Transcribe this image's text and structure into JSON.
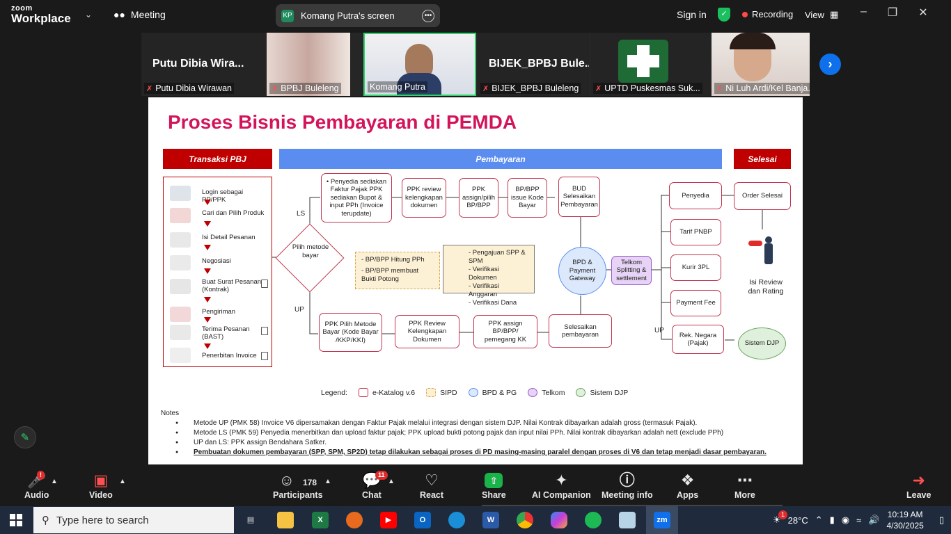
{
  "app": {
    "logo_top": "zoom",
    "logo_bottom": "Workplace",
    "meeting_label": "Meeting",
    "screen_initials": "KP",
    "screen_title": "Komang Putra's screen",
    "sign_in": "Sign in",
    "recording": "Recording",
    "view": "View",
    "colors": {
      "accent_blue": "#0e71eb",
      "active_green": "#2fd16b",
      "recording_red": "#ff4a4a"
    }
  },
  "participants": [
    {
      "display": "Putu  Dibia  Wira...",
      "label": "Putu Dibia Wirawan"
    },
    {
      "display": "",
      "label": "BPBJ Buleleng"
    },
    {
      "display": "",
      "label": "Komang Putra"
    },
    {
      "display": "BIJEK_BPBJ Bule...",
      "label": "BIJEK_BPBJ Buleleng"
    },
    {
      "display": "",
      "label": "UPTD Puskesmas Suk..."
    },
    {
      "display": "",
      "label": "Ni Luh Ardi/Kel Banja..."
    }
  ],
  "slide": {
    "title": "Proses Bisnis Pembayaran di PEMDA",
    "headers": {
      "pbj": "Transaksi PBJ",
      "pay": "Pembayaran",
      "done": "Selesai"
    },
    "pbj_steps": [
      "Login sebagai PP/PPK",
      "Cari dan Pilih Produk",
      "Isi Detail Pesanan",
      "Negosiasi",
      "Buat Surat Pesanan (Kontrak)",
      "Pengiriman",
      "Terima Pesanan (BAST)",
      "Penerbitan Invoice"
    ],
    "decision": "Pilih metode bayar",
    "ls": "LS",
    "up": "UP",
    "up2": "UP",
    "ls_boxes": [
      "• Penyedia sediakan Faktur Pajak PPK sediakan Bupot & input PPh (Invoice terupdate)",
      "PPK review kelengkapan dokumen",
      "PPK assign/pilih BP/BPP",
      "BP/BPP issue Kode Bayar",
      "BUD Selesaikan Pembayaran"
    ],
    "up_boxes": [
      "PPK Pilih Metode Bayar (Kode Bayar /KKP/KKI)",
      "PPK Review Kelengkapan Dokumen",
      "PPK assign BP/BPP/ pemegang KK",
      "Selesaikan pembayaran"
    ],
    "note_left": [
      "-   BP/BPP Hitung PPh",
      "-   BP/BPP membuat Bukti Potong"
    ],
    "note_right": [
      "-   Pengajuan SPP & SPM",
      "-   Verifikasi Dokumen",
      "-   Verifikasi Anggaran",
      "-   Verifikasi Dana"
    ],
    "gateway": "BPD & Payment Gateway",
    "telkom": "Telkom Splitting & settlement",
    "targets": [
      "Penyedia",
      "Tarif PNBP",
      "Kurir 3PL",
      "Payment Fee",
      "Rek. Negara (Pajak)"
    ],
    "order_done": "Order Selesai",
    "review": "Isi Review dan Rating",
    "djp": "Sistem DJP",
    "legend_title": "Legend:",
    "legend": [
      {
        "label": "e-Katalog v.6",
        "color": "#ffffff",
        "border": "#c0334c"
      },
      {
        "label": "SIPD",
        "color": "#fdf1d5",
        "border": "#d9a546"
      },
      {
        "label": "BPD & PG",
        "color": "#dce8fb",
        "border": "#5b8df0"
      },
      {
        "label": "Telkom",
        "color": "#e6d3f5",
        "border": "#9b59c9"
      },
      {
        "label": "Sistem DJP",
        "color": "#dff0dc",
        "border": "#6aa55e"
      }
    ],
    "notes_title": "Notes",
    "notes": [
      "Metode UP (PMK 58) Invoice V6 dipersamakan dengan Faktur Pajak melalui integrasi dengan sistem DJP. Nilai Kontrak dibayarkan adalah gross (termasuk Pajak).",
      "Metode LS (PMK 59) Penyedia menerbitkan dan upload faktur pajak; PPK upload bukti potong pajak dan input nilai PPh. Nilai kontrak dibayarkan adalah nett (exclude PPh)",
      "UP dan LS: PPK assign Bendahara Satker.",
      "Pembuatan dokumen pembayaran (SPP, SPM, SP2D) tetap dilakukan sebagai proses di PD masing-masing paralel dengan proses di V6 dan tetap menjadi dasar pembayaran."
    ]
  },
  "toolbar": {
    "audio": "Audio",
    "video": "Video",
    "participants": "Participants",
    "participants_count": "178",
    "chat": "Chat",
    "chat_badge": "11",
    "audio_badge": "!",
    "react": "React",
    "share": "Share",
    "companion": "AI Companion",
    "info": "Meeting info",
    "apps": "Apps",
    "more": "More",
    "leave": "Leave"
  },
  "taskbar": {
    "search_placeholder": "Type here to search",
    "temperature": "28°C",
    "weather_badge": "1",
    "time": "10:19 AM",
    "date": "4/30/2025"
  }
}
